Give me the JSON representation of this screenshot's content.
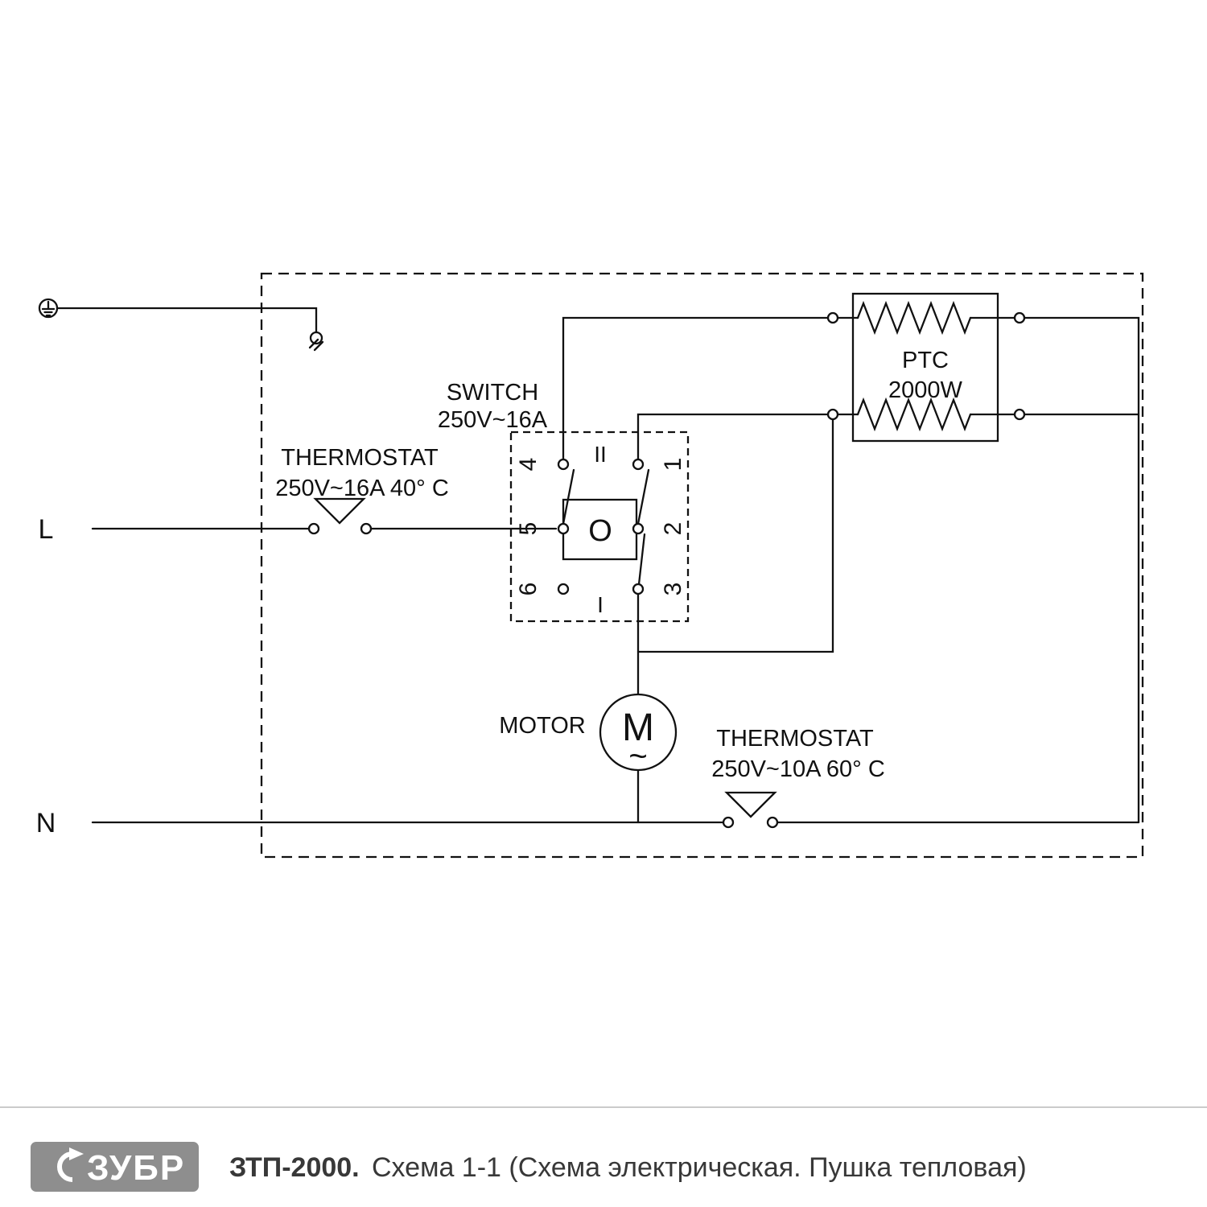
{
  "colors": {
    "line": "#111111",
    "logo_bg": "#8e8e8e",
    "divider": "#cbcbcb",
    "footer_text": "#383838"
  },
  "labels": {
    "line": "L",
    "neutral": "N"
  },
  "components": {
    "thermostat_left": {
      "title": "THERMOSTAT",
      "rating": "250V~16A 40° C"
    },
    "switch": {
      "title": "SWITCH",
      "rating": "250V~16A",
      "terminals_left": [
        "4",
        "5",
        "6"
      ],
      "terminals_right": [
        "1",
        "2",
        "3"
      ],
      "position_high": "II",
      "position_off": "O",
      "position_low": "I"
    },
    "ptc": {
      "title": "PTC",
      "rating": "2000W"
    },
    "motor": {
      "title": "MOTOR",
      "symbol": "M",
      "wave": "~"
    },
    "thermostat_right": {
      "title": "THERMOSTAT",
      "rating": "250V~10A 60° C"
    }
  },
  "footer": {
    "brand": "ЗУБР",
    "model": "ЗТП-2000.",
    "caption": "Схема 1-1 (Схема электрическая. Пушка тепловая)"
  }
}
